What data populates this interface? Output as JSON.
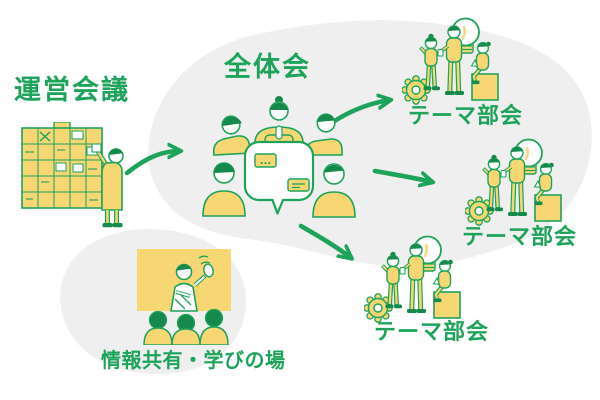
{
  "palette": {
    "green": "#1EA35B",
    "dark_green": "#168A4C",
    "yellow": "#F7D774",
    "blob_gray": "#EFEFEF",
    "white": "#FFFFFF"
  },
  "diagram": {
    "nodes": [
      {
        "id": "steering",
        "label": "運営会議"
      },
      {
        "id": "plenary",
        "label": "全体会"
      },
      {
        "id": "theme_top",
        "label": "テーマ部会"
      },
      {
        "id": "theme_middle",
        "label": "テーマ部会"
      },
      {
        "id": "theme_bottom",
        "label": "テーマ部会"
      },
      {
        "id": "learning",
        "label": "情報共有・学びの場"
      }
    ],
    "edges": [
      {
        "from": "steering",
        "to": "plenary"
      },
      {
        "from": "plenary",
        "to": "theme_top"
      },
      {
        "from": "plenary",
        "to": "theme_middle"
      },
      {
        "from": "plenary",
        "to": "theme_bottom"
      }
    ],
    "plenary_laptop_screen_text": "..."
  }
}
